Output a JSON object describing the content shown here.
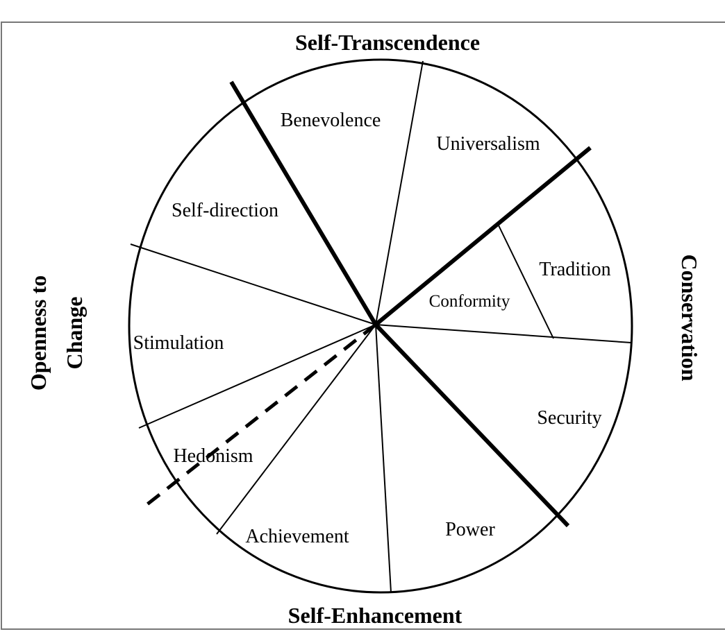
{
  "quadrants": {
    "top": "Self-Transcendence",
    "bottom": "Self-Enhancement",
    "left": "Openness to Change",
    "left_line1": "Openness to",
    "left_line2": "Change",
    "right": "Conservation"
  },
  "values": {
    "benevolence": "Benevolence",
    "universalism": "Universalism",
    "self_direction": "Self-direction",
    "tradition": "Tradition",
    "conformity": "Conformity",
    "stimulation": "Stimulation",
    "security": "Security",
    "hedonism": "Hedonism",
    "achievement": "Achievement",
    "power": "Power"
  }
}
